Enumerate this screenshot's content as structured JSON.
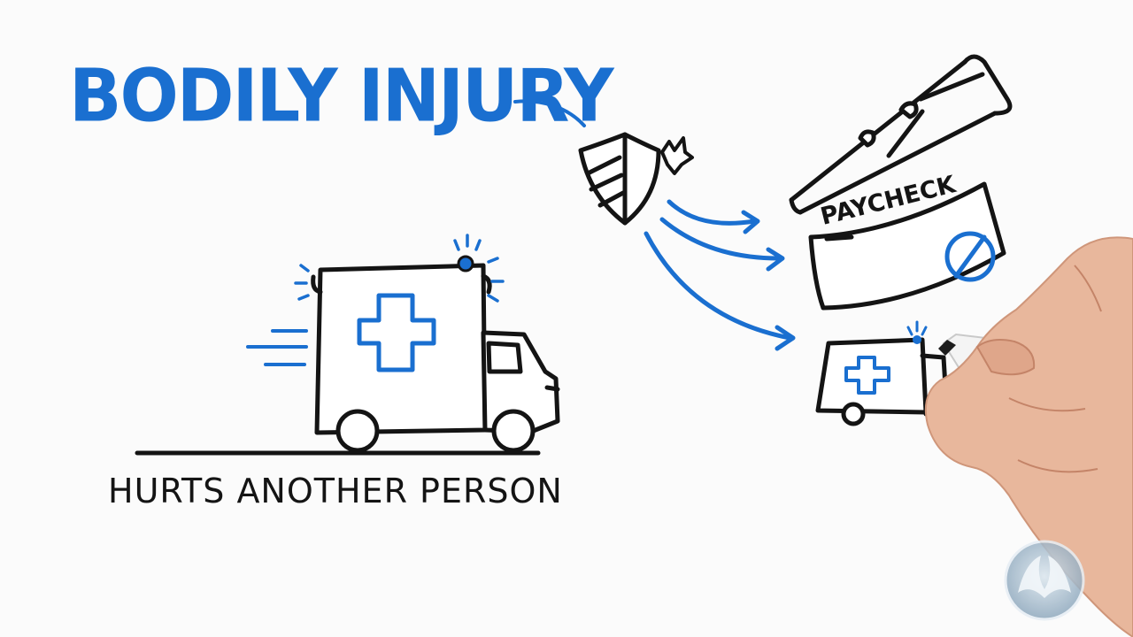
{
  "title": "BODILY INJURY",
  "caption": "HURTS ANOTHER PERSON",
  "paycheck_label": "PAYCHECK",
  "colors": {
    "blue": "#1a6fd0",
    "ink": "#141414",
    "background": "#fbfbfb",
    "logo": "#9fb6c8"
  },
  "icons": [
    "shield-icon",
    "ambulance-icon",
    "crutch-icon",
    "paycheck-icon",
    "no-symbol-icon",
    "small-ambulance-icon",
    "hand-with-marker",
    "brand-logo-icon"
  ]
}
